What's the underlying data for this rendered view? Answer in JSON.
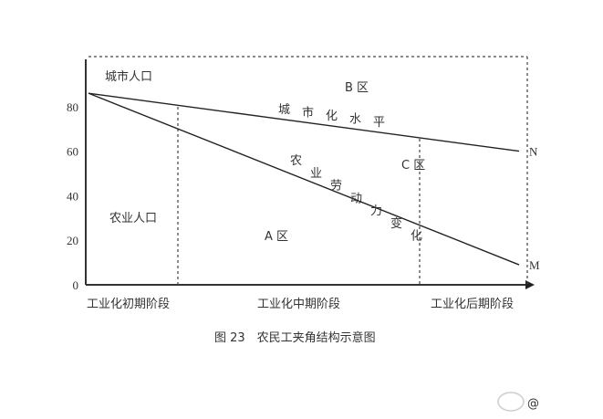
{
  "chart_data": {
    "type": "line",
    "yaxis": {
      "ticks": [
        "0",
        "20",
        "40",
        "60",
        "80"
      ],
      "ylim": [
        0,
        100
      ]
    },
    "x_stages": [
      "工业化初期阶段",
      "工业化中期阶段",
      "工业化后期阶段"
    ],
    "series": [
      {
        "name": "城市化水平",
        "chars": [
          "城",
          "市",
          "化",
          "水",
          "平"
        ],
        "end_label": "N",
        "start": 86,
        "end": 60
      },
      {
        "name": "农业劳动力变化",
        "chars": [
          "农",
          "业",
          "劳",
          "动",
          "力",
          "变",
          "化"
        ],
        "end_label": "M",
        "start": 86,
        "end": 9
      }
    ],
    "region_labels": {
      "urban": "城市人口",
      "rural": "农业人口",
      "a": "A 区",
      "b": "B 区",
      "c": "C 区"
    },
    "caption": "图 23　农民工夹角结构示意图"
  },
  "watermark": "@"
}
